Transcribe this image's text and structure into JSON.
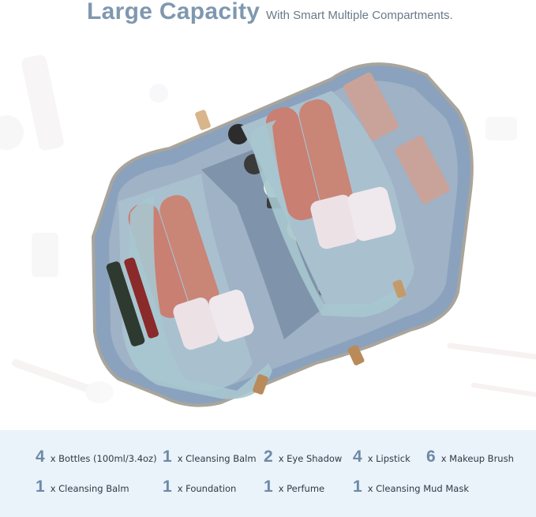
{
  "header": {
    "title": "Large Capacity",
    "subtitle": "With Smart Multiple Compartments."
  },
  "contents": [
    {
      "count": "4",
      "label": "x Bottles (100ml/3.4oz)"
    },
    {
      "count": "1",
      "label": "x Cleansing Balm"
    },
    {
      "count": "2",
      "label": "x Eye Shadow"
    },
    {
      "count": "4",
      "label": "x Lipstick"
    },
    {
      "count": "6",
      "label": "x Makeup Brush"
    },
    {
      "count": "1",
      "label": "x Cleansing Balm"
    },
    {
      "count": "1",
      "label": "x Foundation"
    },
    {
      "count": "1",
      "label": "x Perfume"
    },
    {
      "count": "1",
      "label": "x Cleansing Mud Mask"
    }
  ],
  "colors": {
    "title": "#7f98b0",
    "legend_bg": "#eaf2fa",
    "count": "#6d8aa6",
    "bag": "#8aa2bd"
  }
}
